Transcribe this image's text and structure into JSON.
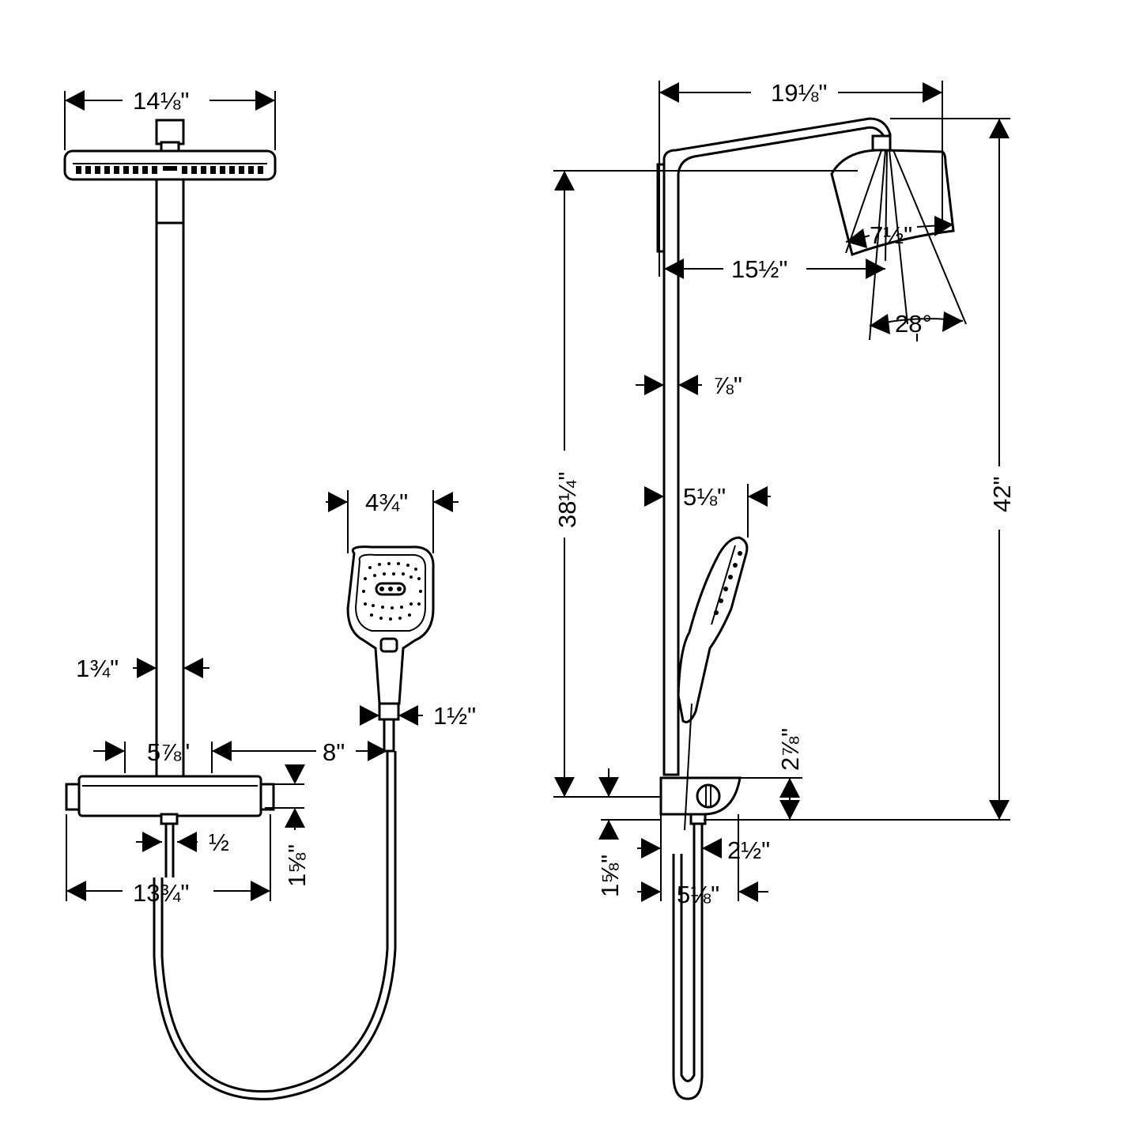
{
  "dimensions": {
    "front_overhead_width": "14⅛\"",
    "front_pipe_diameter": "1¾\"",
    "front_holder_offset": "5⅞\"",
    "front_hose_distance": "8\"",
    "front_thermostat_height": "1⅝\"",
    "front_outlet_size": "½",
    "front_thermostat_width": "13¾\"",
    "hand_shower_width": "4¾\"",
    "hand_shower_connection": "1½\"",
    "side_projection": "19⅛\"",
    "side_head_diameter": "7½\"",
    "side_arm_reach": "15½\"",
    "side_spray_angle": "28°",
    "side_pipe_diameter": "⅞\"",
    "side_hand_shower_depth": "5⅛\"",
    "side_column_height": "38¼\"",
    "side_total_height": "42\"",
    "side_thermostat_height": "2⅞\"",
    "side_wall_offset": "1⅝\"",
    "side_outlet_offset": "2½\"",
    "side_thermostat_depth": "5⅛\""
  }
}
